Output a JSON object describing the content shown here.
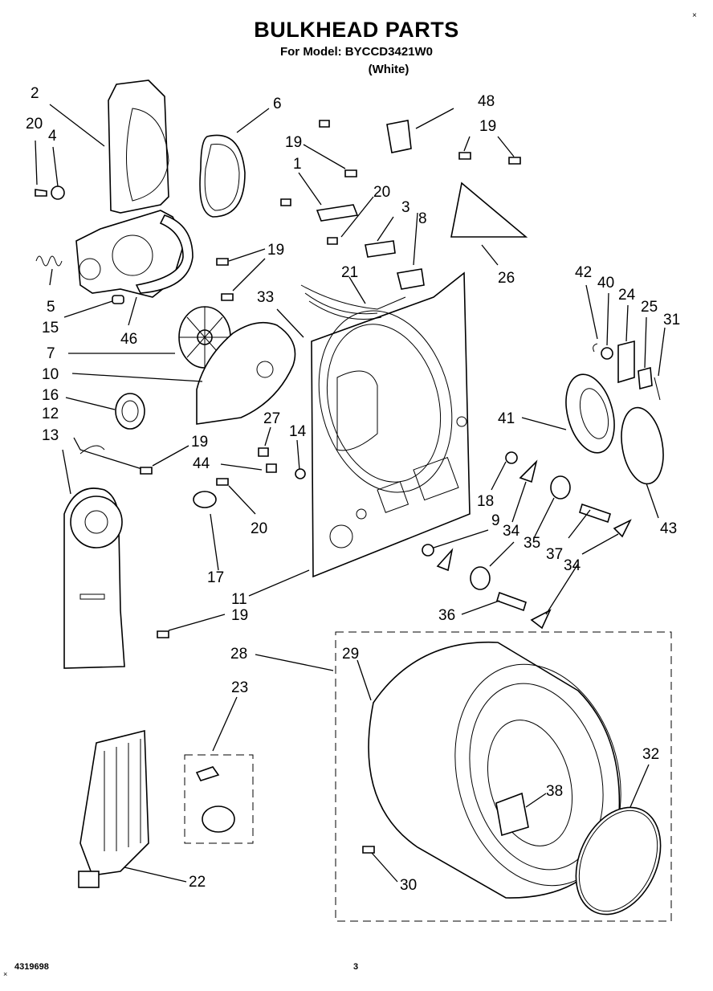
{
  "header": {
    "title": "BULKHEAD PARTS",
    "model": "For Model: BYCCD3421W0",
    "color": "(White)"
  },
  "footer": {
    "part_code": "4319698",
    "page_number": "3"
  },
  "callouts": {
    "c2": "2",
    "c6": "6",
    "c20a": "20",
    "c4": "4",
    "c48": "48",
    "c19a": "19",
    "c19b": "19",
    "c1": "1",
    "c20b": "20",
    "c3": "3",
    "c8": "8",
    "c19c": "19",
    "c5": "5",
    "c15": "15",
    "c46": "46",
    "c21": "21",
    "c26": "26",
    "c33": "33",
    "c42": "42",
    "c40": "40",
    "c24": "24",
    "c25": "25",
    "c31": "31",
    "c7": "7",
    "c10": "10",
    "c16": "16",
    "c41": "41",
    "c12": "12",
    "c13": "13",
    "c19d": "19",
    "c27": "27",
    "c14": "14",
    "c44": "44",
    "c43": "43",
    "c18": "18",
    "c20c": "20",
    "c9": "9",
    "c34a": "34",
    "c35": "35",
    "c37": "37",
    "c34b": "34",
    "c17": "17",
    "c11": "11",
    "c36": "36",
    "c19e": "19",
    "c28": "28",
    "c29": "29",
    "c23": "23",
    "c32": "32",
    "c38": "38",
    "c30": "30",
    "c22": "22"
  },
  "icons": [
    "close-x-mark"
  ]
}
